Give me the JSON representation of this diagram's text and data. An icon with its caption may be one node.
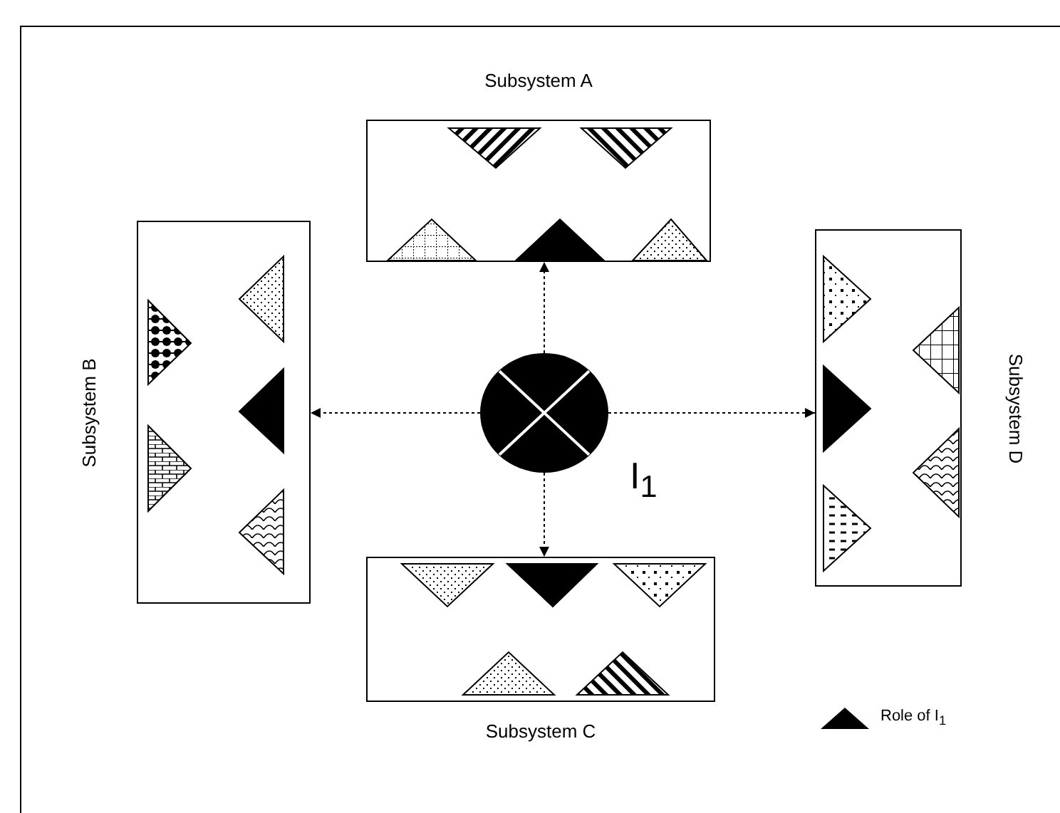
{
  "diagram": {
    "nodes": [
      {
        "text": [
          "Subsystem A"
        ]
      },
      {
        "text": [
          "Subsystem B"
        ]
      },
      {
        "text": [],
        "shape": "circle",
        "beside": [
          "I$_{1}$"
        ]
      },
      {
        "text": [
          "Subsystem D"
        ]
      },
      {
        "text": [
          "Subsystem C"
        ]
      }
    ],
    "edges": [
      {
        "from": 2,
        "to": 0,
        "arrow": "to",
        "style": "dashed"
      },
      {
        "from": 2,
        "to": 1,
        "arrow": "to",
        "style": "dashed"
      },
      {
        "from": 2,
        "to": 3,
        "arrow": "to",
        "style": "dashed"
      },
      {
        "from": 2,
        "to": 4,
        "arrow": "to",
        "style": "dashed"
      }
    ],
    "legend": [
      {
        "text": "Role of I$_{1}$"
      }
    ]
  }
}
